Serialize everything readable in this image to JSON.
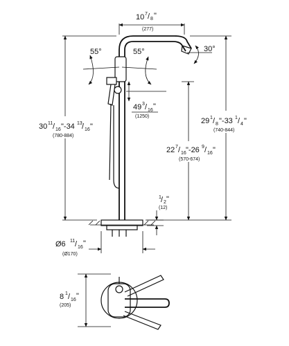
{
  "dimensions": {
    "spout_reach": {
      "whole": "10",
      "num": "7",
      "den": "8",
      "unit": "\"",
      "mm": "(277)"
    },
    "total_height": {
      "w1": "30",
      "n1": "11",
      "d1": "16",
      "sep": "\"-34",
      "n2": "13",
      "d2": "16",
      "unit": "\"",
      "mm": "(780-884)"
    },
    "spout_height": {
      "w1": "29",
      "n1": "1",
      "d1": "8",
      "sep": "\"-33",
      "n2": "1",
      "d2": "4",
      "unit": "\"",
      "mm": "(740-844)"
    },
    "handle_height": {
      "whole": "49",
      "num": "3",
      "den": "16",
      "unit": "\"",
      "mm": "(1250)"
    },
    "outlet_height": {
      "w1": "22",
      "n1": "7",
      "d1": "16",
      "sep": "\"-26",
      "n2": "9",
      "d2": "16",
      "unit": "\"",
      "mm": "(570-674)"
    },
    "base_offset": {
      "num": "1",
      "den": "2",
      "unit": "\"",
      "mm": "(12)"
    },
    "base_diameter": {
      "prefix": "Ø6",
      "num": "11",
      "den": "16",
      "unit": "\"",
      "mm": "(Ø170)"
    },
    "plan_depth": {
      "whole": "8",
      "num": "1",
      "den": "16",
      "unit": "\"",
      "mm": "(205)"
    }
  },
  "angles": {
    "left": "55°",
    "right": "55°",
    "spout": "30°"
  }
}
